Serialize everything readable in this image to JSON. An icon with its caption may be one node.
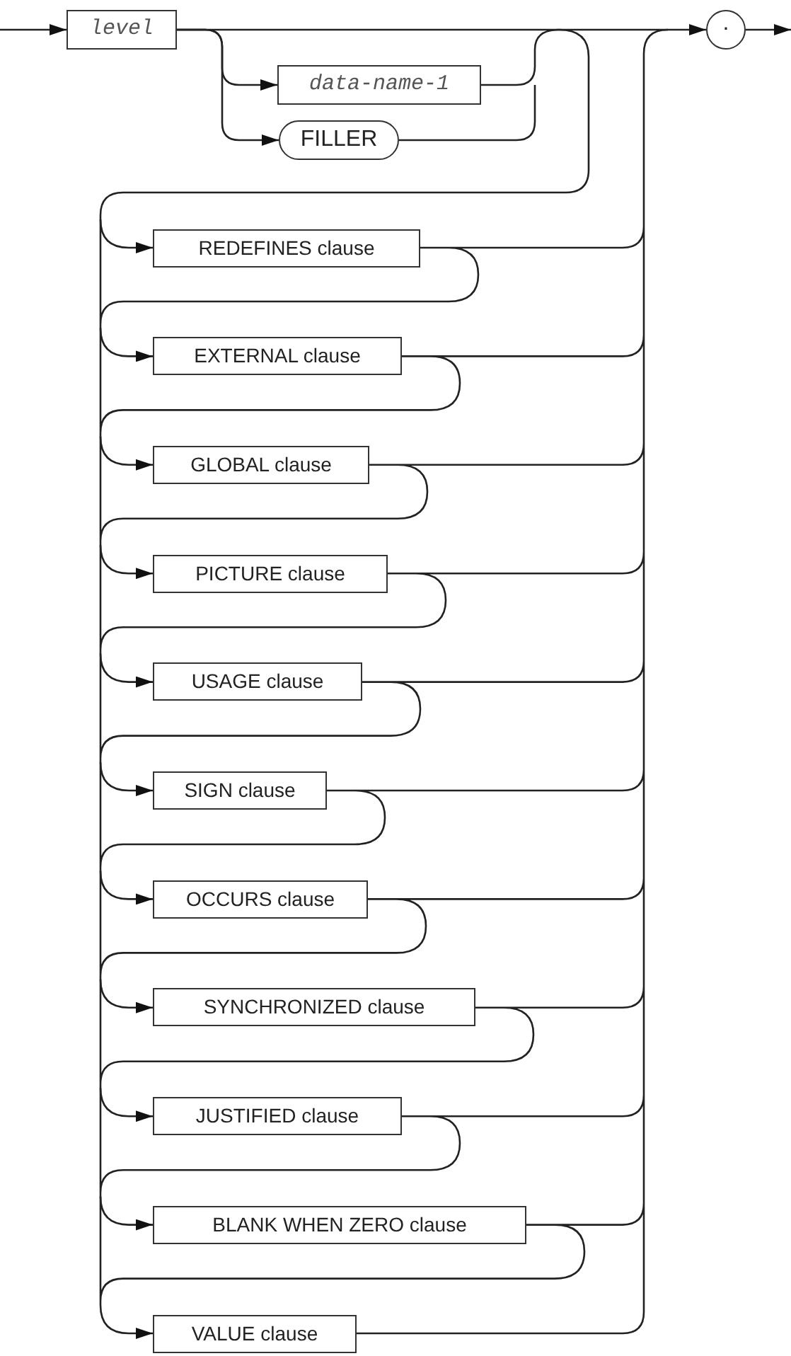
{
  "diagram": {
    "nodes": [
      {
        "text": [
          "level"
        ]
      },
      {
        "text": [
          "data-name-1"
        ]
      },
      {
        "text": [
          "FILLER"
        ]
      },
      {
        "text": [
          "REDEFINES clause"
        ]
      },
      {
        "text": [
          "EXTERNAL clause"
        ]
      },
      {
        "text": [
          "GLOBAL clause"
        ]
      },
      {
        "text": [
          "PICTURE clause"
        ]
      },
      {
        "text": [
          "USAGE clause"
        ]
      },
      {
        "text": [
          "SIGN clause"
        ]
      },
      {
        "text": [
          "OCCURS clause"
        ]
      },
      {
        "text": [
          "SYNCHRONIZED clause"
        ]
      },
      {
        "text": [
          "JUSTIFIED clause"
        ]
      },
      {
        "text": [
          "BLANK WHEN ZERO clause"
        ]
      },
      {
        "text": [
          "VALUE clause"
        ]
      },
      {
        "text": [
          "."
        ]
      }
    ],
    "edges": [
      {
        "from": null,
        "to": 0,
        "arrow": "to"
      },
      {
        "from": 0,
        "to": 1,
        "arrow": "to"
      },
      {
        "from": 0,
        "to": 2,
        "arrow": "to"
      },
      {
        "from": null,
        "to": 3,
        "arrow": "to"
      },
      {
        "from": null,
        "to": 4,
        "arrow": "to"
      },
      {
        "from": null,
        "to": 5,
        "arrow": "to"
      },
      {
        "from": null,
        "to": 6,
        "arrow": "to"
      },
      {
        "from": null,
        "to": 7,
        "arrow": "to"
      },
      {
        "from": null,
        "to": 8,
        "arrow": "to"
      },
      {
        "from": null,
        "to": 9,
        "arrow": "to"
      },
      {
        "from": null,
        "to": 10,
        "arrow": "to"
      },
      {
        "from": null,
        "to": 11,
        "arrow": "to"
      },
      {
        "from": null,
        "to": 12,
        "arrow": "to"
      },
      {
        "from": null,
        "to": 13,
        "arrow": "to"
      },
      {
        "from": 0,
        "to": 14,
        "arrow": "to"
      },
      {
        "from": 14,
        "to": null,
        "arrow": "to"
      }
    ]
  }
}
